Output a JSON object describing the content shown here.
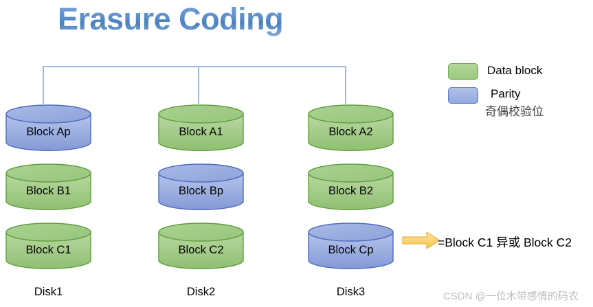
{
  "title": "Erasure Coding",
  "colors": {
    "green_fill_top": "#B3D49A",
    "green_fill_bottom": "#8FBF72",
    "green_stroke": "#5F9E3F",
    "blue_fill_top": "#AFC0E8",
    "blue_fill_bottom": "#8499D6",
    "blue_stroke": "#4F6BBA",
    "bracket": "#9CBCE3",
    "arrow_fill": "#FCD77F",
    "arrow_stroke": "#E8B33C",
    "title_blue": "#5B8FCB",
    "watermark_gray": "#bdbdbd"
  },
  "diagram": {
    "columns": [
      {
        "disk_label": "Disk1",
        "blocks": [
          {
            "label": "Block Ap",
            "kind": "parity"
          },
          {
            "label": "Block B1",
            "kind": "data"
          },
          {
            "label": "Block C1",
            "kind": "data"
          }
        ]
      },
      {
        "disk_label": "Disk2",
        "blocks": [
          {
            "label": "Block A1",
            "kind": "data"
          },
          {
            "label": "Block Bp",
            "kind": "parity"
          },
          {
            "label": "Block C2",
            "kind": "data"
          }
        ]
      },
      {
        "disk_label": "Disk3",
        "blocks": [
          {
            "label": "Block A2",
            "kind": "data"
          },
          {
            "label": "Block B2",
            "kind": "data"
          },
          {
            "label": "Block Cp",
            "kind": "parity"
          }
        ]
      }
    ]
  },
  "legend": {
    "items": [
      {
        "swatch": "green",
        "label": "Data block",
        "sublabel": ""
      },
      {
        "swatch": "blue",
        "label": "Parity",
        "sublabel": "奇偶校验位"
      }
    ]
  },
  "annotation": {
    "arrow": "right-arrow-icon",
    "formula": "=Block C1 异或 Block C2"
  },
  "watermark": "CSDN @一位木带感情的码农"
}
